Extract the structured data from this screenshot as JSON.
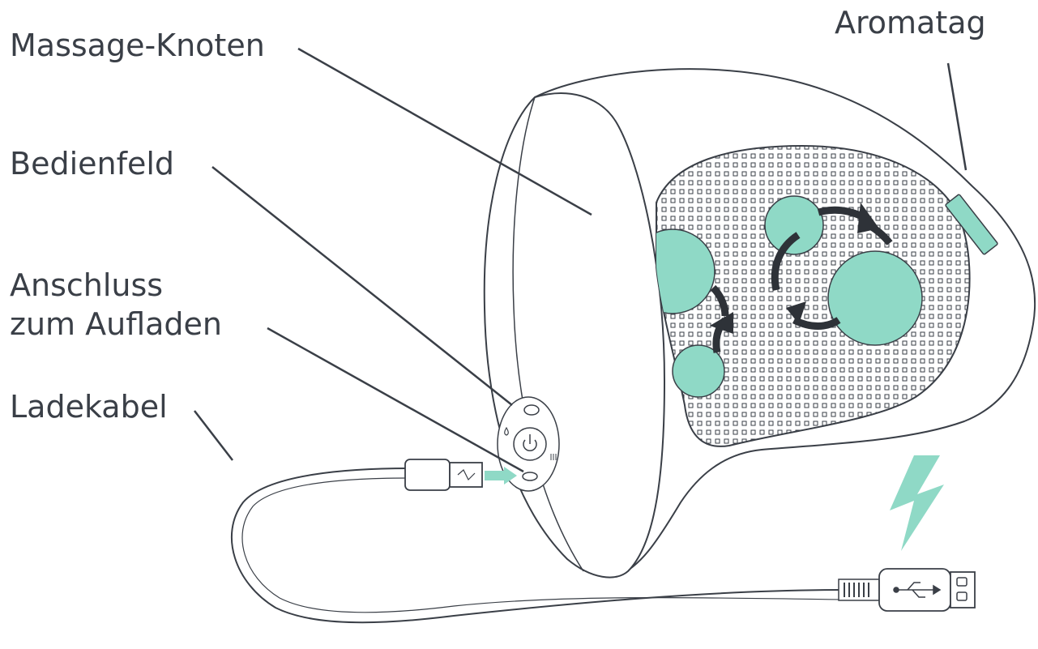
{
  "labels": {
    "massage_knoten": "Massage-Knoten",
    "aromatag": "Aromatag",
    "bedienfeld": "Bedienfeld",
    "anschluss_line1": "Anschluss",
    "anschluss_line2": "zum Aufladen",
    "ladekabel": "Ladekabel"
  },
  "colors": {
    "accent": "#8fd9c6",
    "outline": "#3a3f47",
    "arrow": "#2e3238",
    "text": "#3a3f47"
  },
  "icons": [
    "power-icon",
    "droplet-icon",
    "heat-icon",
    "usb-icon",
    "lightning-icon"
  ]
}
